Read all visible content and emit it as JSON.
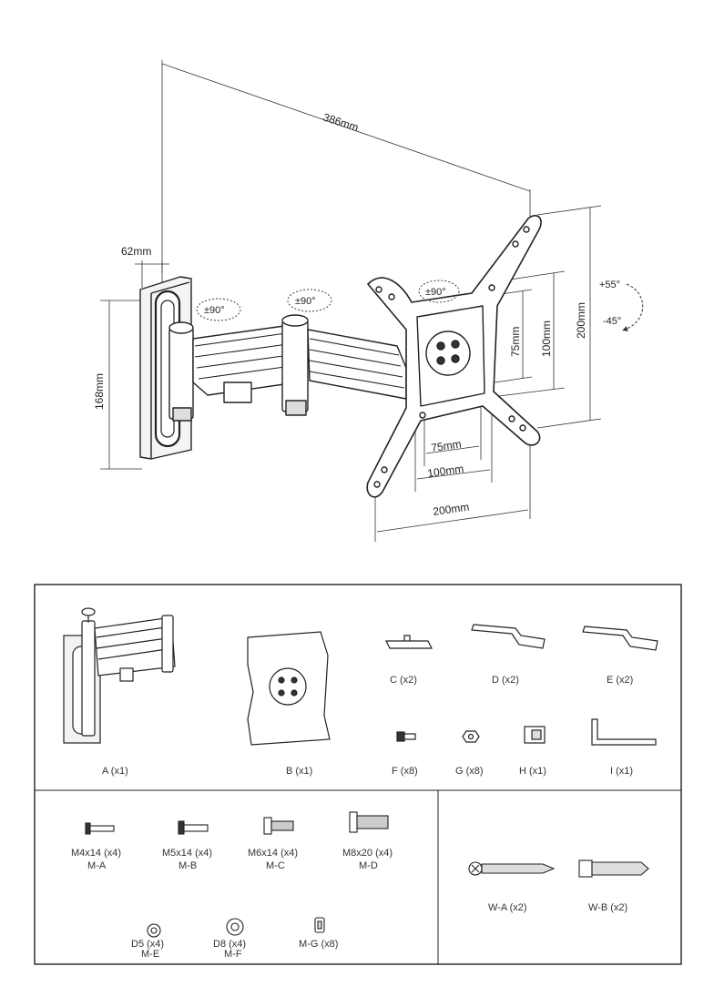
{
  "dimensions": {
    "reach": "386mm",
    "plate_depth": "62mm",
    "plate_height": "168mm",
    "vesa_75_h": "75mm",
    "vesa_100_h": "100mm",
    "vesa_200_h": "200mm",
    "vesa_75_v": "75mm",
    "vesa_100_v": "100mm",
    "vesa_200_v": "200mm",
    "tilt_up": "+55°",
    "tilt_down": "-45°",
    "swivel_1": "±90°",
    "swivel_2": "±90°",
    "swivel_3": "±90°"
  },
  "parts": {
    "a": "A (x1)",
    "b": "B (x1)",
    "c": "C (x2)",
    "d": "D (x2)",
    "e": "E (x2)",
    "f": "F (x8)",
    "g": "G (x8)",
    "h": "H (x1)",
    "i": "I (x1)"
  },
  "hardware": {
    "ma_1": "M4x14 (x4)",
    "ma_2": "M-A",
    "mb_1": "M5x14 (x4)",
    "mb_2": "M-B",
    "mc_1": "M6x14 (x4)",
    "mc_2": "M-C",
    "md_1": "M8x20 (x4)",
    "md_2": "M-D",
    "me_1": "D5 (x4)",
    "me_2": "M-E",
    "mf_1": "D8 (x4)",
    "mf_2": "M-F",
    "mg": "M-G (x8)"
  },
  "wall": {
    "wa": "W-A (x2)",
    "wb": "W-B (x2)"
  }
}
